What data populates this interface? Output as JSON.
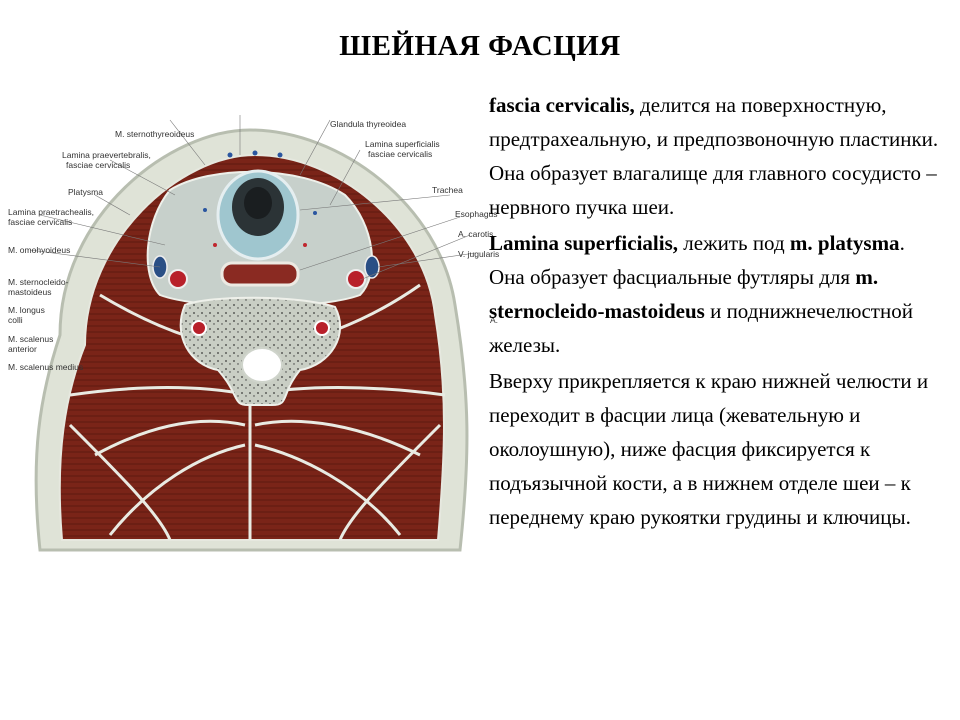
{
  "slide": {
    "title": "ШЕЙНАЯ  ФАСЦИЯ"
  },
  "paragraphs": {
    "p1": {
      "term": "fascia cervicalis,",
      "text": " делится на поверхностную, предтрахеальную, и предпозвоночную пластинки. Она образует влагалище для главного сосудисто – нервного пучка шеи."
    },
    "p2": {
      "term": "Lamina superficialis,",
      "mid": " лежить под ",
      "term2": "m. platysma",
      "mid2": ". Она образует фасциальные футляры для ",
      "term3": "m. sternocleido-mastoideus",
      "text": " и поднижнечелюстной железы."
    },
    "p3": {
      "text": "Вверху прикрепляется к краю нижней челюсти и переходит в фасции лица (жевательную и околоушную), ниже фасция фиксируется к подъязычной кости, а в нижнем отделе шеи – к переднему краю рукоятки грудины и ключицы."
    }
  },
  "figure_labels": {
    "top1": "M. sternothyreoideus",
    "top2": "Glandula thyreoidea",
    "lam_prev": "Lamina praevertebralis,",
    "lam_prev2": "fasciae cervicalis",
    "lam_sup": "Lamina superficialis",
    "lam_sup2": "fasciae cervicalis",
    "platysma": "Platysma",
    "trachea": "Trachea",
    "esoph": "Esophagus",
    "lam_pret": "Lamina praetrachealis,",
    "lam_pret2": "fasciae cervicalis",
    "a_carotis": "A. carotis",
    "omohy": "M. omohyoideus",
    "v_jug": "V. jugularis",
    "scm": "M. sternocleido-",
    "scm2": "mastoideus",
    "longus": "M. longus",
    "colli": "colli",
    "scal": "M. scalenus",
    "scal2": "anterior",
    "scal3": "M. scalenus medius",
    "a_lbl": "A."
  }
}
